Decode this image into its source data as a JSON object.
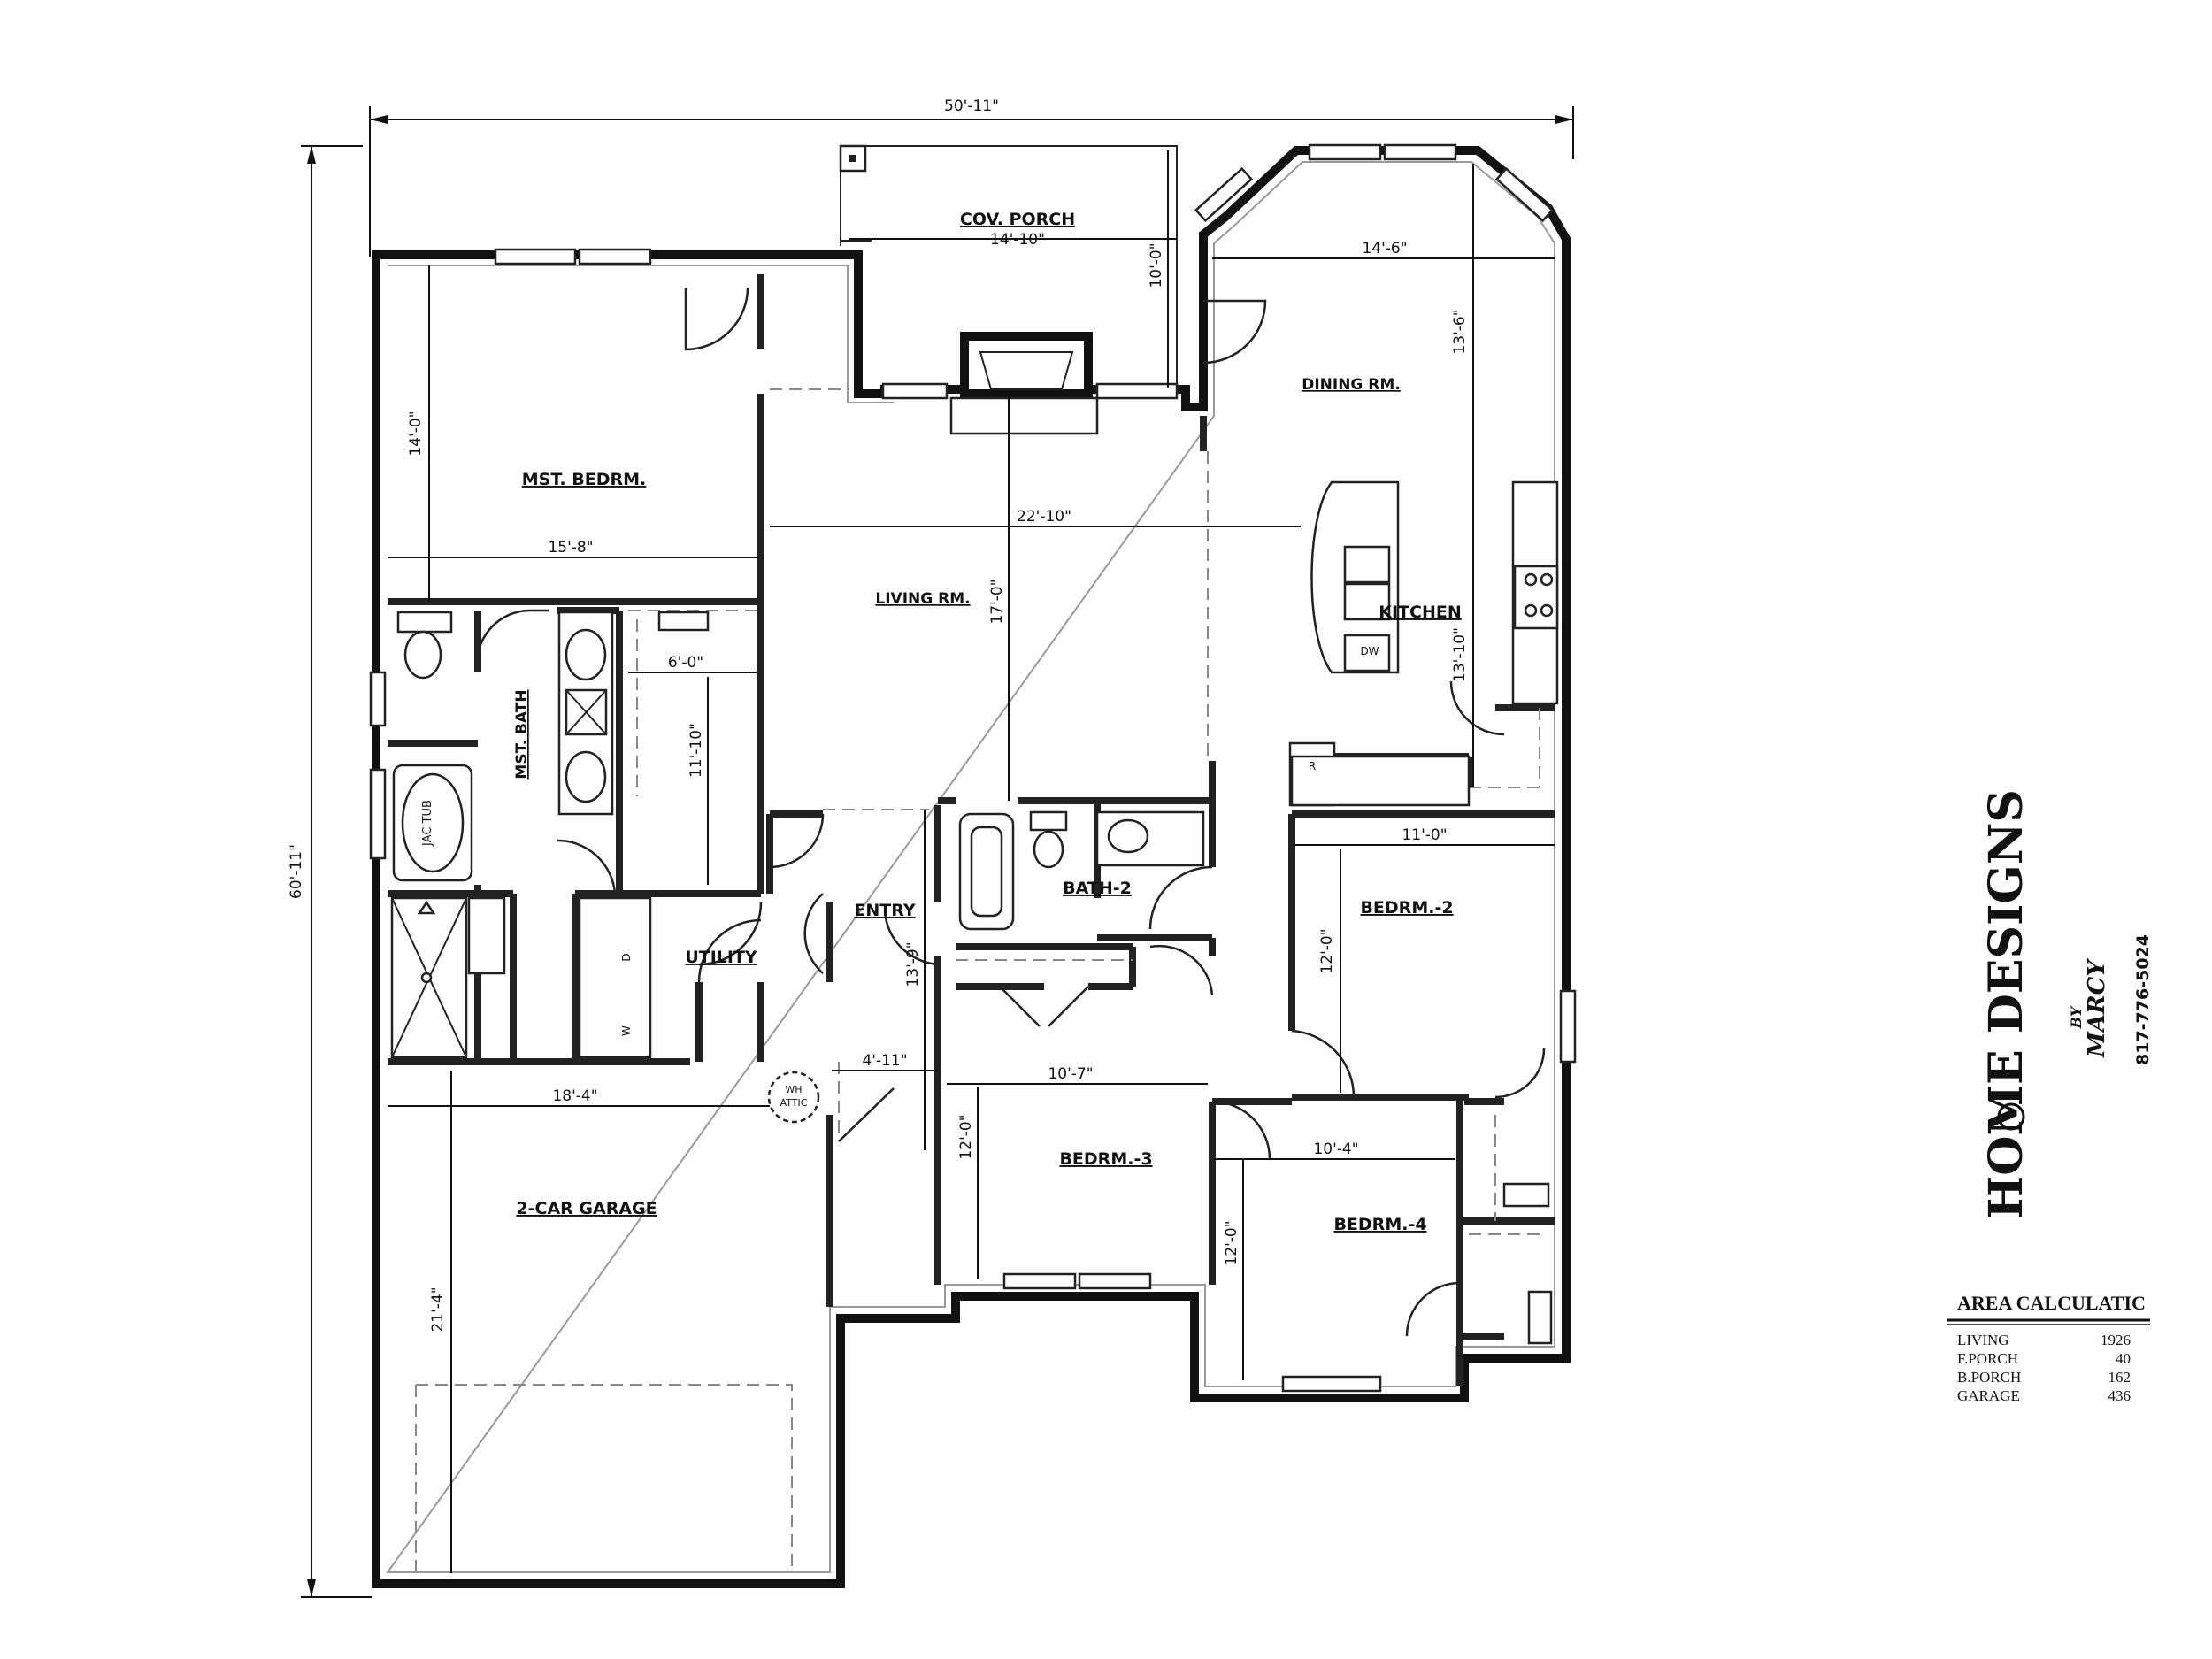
{
  "rooms": {
    "cov_porch": "COV. PORCH",
    "dining": "DINING RM.",
    "mst_bedrm": "MST. BEDRM.",
    "living": "LIVING RM.",
    "kitchen": "KITCHEN",
    "mst_bath": "MST. BATH",
    "jac_tub": "JAC TUB",
    "entry": "ENTRY",
    "bath2": "BATH-2",
    "bedrm2": "BEDRM.-2",
    "utility": "UTILITY",
    "bedrm3": "BEDRM.-3",
    "bedrm4": "BEDRM.-4",
    "garage": "2-CAR GARAGE",
    "wh_attic_1": "WH",
    "wh_attic_2": "ATTIC",
    "dw": "DW",
    "r": "R",
    "d": "D",
    "w": "W"
  },
  "dimensions": {
    "overall_width": "50'-11\"",
    "overall_depth": "60'-11\"",
    "porch_width": "14'-10\"",
    "porch_depth": "10'-0\"",
    "dining_width": "14'-6\"",
    "dining_depth": "13'-6\"",
    "mst_depth": "14'-0\"",
    "mst_width": "15'-8\"",
    "living_width": "22'-10\"",
    "living_depth": "17'-0\"",
    "kitchen_depth": "13'-10\"",
    "closet_width": "6'-0\"",
    "closet_depth": "11'-10\"",
    "bedrm2_width": "11'-0\"",
    "bedrm2_depth": "12'-0\"",
    "entry_depth": "13'-9\"",
    "entry_width": "4'-11\"",
    "bedrm3_width": "10'-7\"",
    "bedrm3_depth": "12'-0\"",
    "garage_width": "18'-4\"",
    "garage_depth": "21'-4\"",
    "bedrm4_width": "10'-4\"",
    "bedrm4_depth": "12'-0\""
  },
  "branding": {
    "title": "HOME DESIGNS",
    "by": "BY",
    "name": "MARCY",
    "phone": "817-776-5024"
  },
  "area_calc": {
    "title": "AREA  CALCULATIC",
    "rows": [
      {
        "label": "LIVING",
        "value": "1926"
      },
      {
        "label": "F.PORCH",
        "value": "40"
      },
      {
        "label": "B.PORCH",
        "value": "162"
      },
      {
        "label": "GARAGE",
        "value": "436"
      }
    ]
  },
  "colors": {
    "ink": "#111111",
    "wall_gap": "#9a9a9a",
    "watermark": "#c8c8c8"
  }
}
